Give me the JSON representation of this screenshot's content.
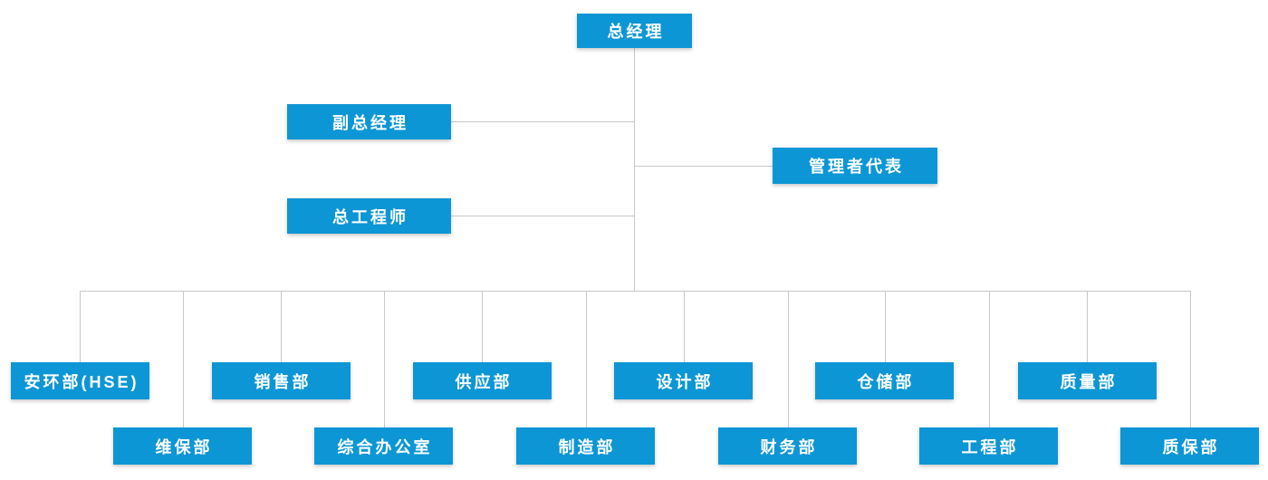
{
  "org_chart": {
    "node_fill_color": "#0d96d5",
    "node_text_color": "#ffffff",
    "connector_color": "#c8c8c8",
    "root": {
      "label": "总经理"
    },
    "executives": [
      {
        "label": "副总经理"
      },
      {
        "label": "总工程师"
      },
      {
        "label": "管理者代表"
      }
    ],
    "departments_upper_row": [
      {
        "label": "安环部(HSE)"
      },
      {
        "label": "销售部"
      },
      {
        "label": "供应部"
      },
      {
        "label": "设计部"
      },
      {
        "label": "仓储部"
      },
      {
        "label": "质量部"
      }
    ],
    "departments_lower_row": [
      {
        "label": "维保部"
      },
      {
        "label": "综合办公室"
      },
      {
        "label": "制造部"
      },
      {
        "label": "财务部"
      },
      {
        "label": "工程部"
      },
      {
        "label": "质保部"
      }
    ]
  }
}
